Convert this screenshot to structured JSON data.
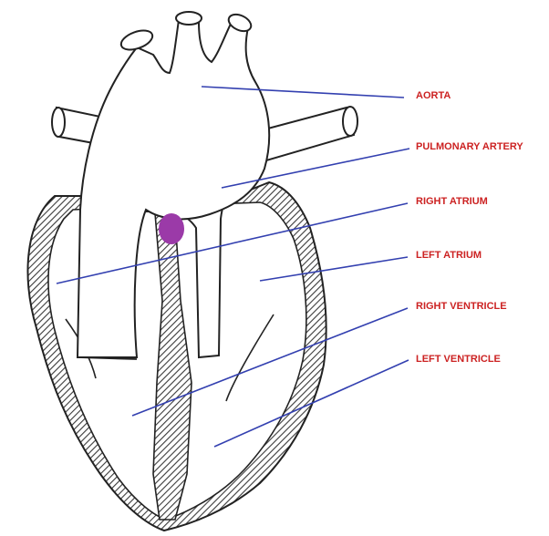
{
  "colors": {
    "label_text": "#cc2222",
    "leader_line": "#3340b0",
    "outline": "#222222",
    "hatch": "#3a3a3a",
    "marker": "#9b3aa8",
    "background": "#ffffff"
  },
  "labels": {
    "aorta": "AORTA",
    "pulmonary_artery": "PULMONARY ARTERY",
    "right_atrium": "RIGHT ATRIUM",
    "left_atrium": "LEFT ATRIUM",
    "right_ventricle": "RIGHT VENTRICLE",
    "left_ventricle": "LEFT VENTRICLE"
  }
}
